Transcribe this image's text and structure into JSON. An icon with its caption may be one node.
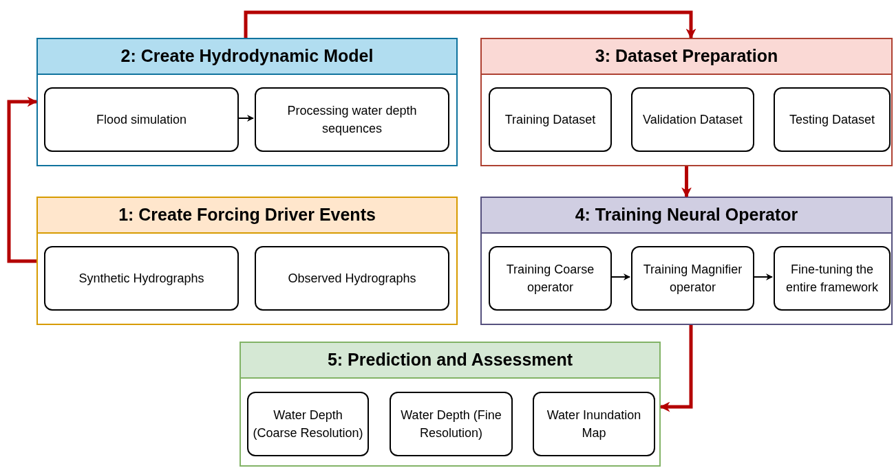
{
  "diagram": {
    "nodes": [
      {
        "text": [
          "2: Create Hydrodynamic Model"
        ]
      },
      {
        "text": [
          "Flood simulation"
        ],
        "in": 0
      },
      {
        "text": [
          "Processing water depth sequences"
        ],
        "in": 0
      },
      {
        "text": [
          "3: Dataset Preparation"
        ]
      },
      {
        "text": [
          "Training Dataset"
        ],
        "in": 3
      },
      {
        "text": [
          "Validation Dataset"
        ],
        "in": 3
      },
      {
        "text": [
          "Testing Dataset"
        ],
        "in": 3
      },
      {
        "text": [
          "1: Create Forcing Driver Events"
        ]
      },
      {
        "text": [
          "Synthetic Hydrographs"
        ],
        "in": 7
      },
      {
        "text": [
          "Observed Hydrographs"
        ],
        "in": 7
      },
      {
        "text": [
          "4: Training Neural Operator"
        ]
      },
      {
        "text": [
          "Training Coarse operator"
        ],
        "in": 10
      },
      {
        "text": [
          "Training Magnifier operator"
        ],
        "in": 10
      },
      {
        "text": [
          "Fine-tuning the entire framework"
        ],
        "in": 10
      },
      {
        "text": [
          "5: Prediction and Assessment"
        ]
      },
      {
        "text": [
          "Water Depth (Coarse Resolution)"
        ],
        "in": 14
      },
      {
        "text": [
          "Water Depth (Fine Resolution)"
        ],
        "in": 14
      },
      {
        "text": [
          "Water Inundation Map"
        ],
        "in": 14
      }
    ],
    "edges": [
      {
        "from": 7,
        "to": 0,
        "arrow": "to"
      },
      {
        "from": 0,
        "to": 3,
        "arrow": "to"
      },
      {
        "from": 3,
        "to": 10,
        "arrow": "to"
      },
      {
        "from": 10,
        "to": 14,
        "arrow": "to"
      },
      {
        "from": 1,
        "to": 2,
        "arrow": "to",
        "color": "#000000"
      },
      {
        "from": 11,
        "to": 12,
        "arrow": "to",
        "color": "#000000"
      },
      {
        "from": 12,
        "to": 13,
        "arrow": "to",
        "color": "#000000"
      }
    ]
  }
}
